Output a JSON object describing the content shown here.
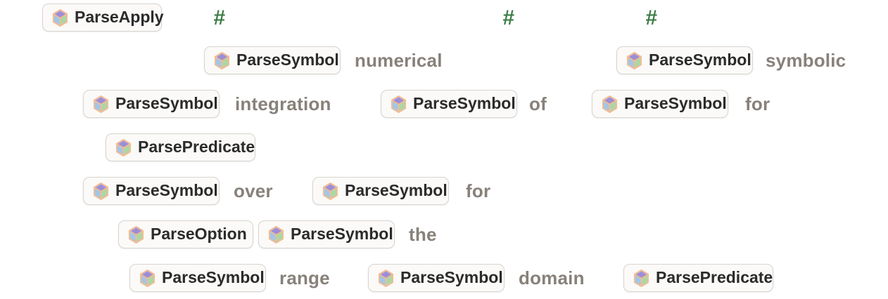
{
  "colors": {
    "bg": "#ffffff",
    "box_fill": "#fbfaf8",
    "box_border": "#d8d4d0",
    "box_text": "#2b2b2b",
    "string_text": "#87817a",
    "slot_green": "#3b7d44",
    "cube_edge": "#f3bc93",
    "cube_top": "#ab9ddd",
    "cube_left": "#a3c6e6",
    "cube_right": "#abd7a4"
  },
  "icon_names": [
    "paclet-cube-icon"
  ],
  "tokens": [
    {
      "kind": "box",
      "label": "ParseApply"
    },
    {
      "kind": "slot",
      "label": "#"
    },
    {
      "kind": "slot",
      "label": "#"
    },
    {
      "kind": "slot",
      "label": "#"
    },
    {
      "kind": "box",
      "label": "ParseSymbol"
    },
    {
      "kind": "string",
      "label": "numerical"
    },
    {
      "kind": "box",
      "label": "ParseSymbol"
    },
    {
      "kind": "string",
      "label": "symbolic"
    },
    {
      "kind": "box",
      "label": "ParseSymbol"
    },
    {
      "kind": "string",
      "label": "integration"
    },
    {
      "kind": "box",
      "label": "ParseSymbol"
    },
    {
      "kind": "string",
      "label": "of"
    },
    {
      "kind": "box",
      "label": "ParseSymbol"
    },
    {
      "kind": "string",
      "label": "for"
    },
    {
      "kind": "box",
      "label": "ParsePredicate"
    },
    {
      "kind": "box",
      "label": "ParseSymbol"
    },
    {
      "kind": "string",
      "label": "over"
    },
    {
      "kind": "box",
      "label": "ParseSymbol"
    },
    {
      "kind": "string",
      "label": "for"
    },
    {
      "kind": "box",
      "label": "ParseOption"
    },
    {
      "kind": "box",
      "label": "ParseSymbol"
    },
    {
      "kind": "string",
      "label": "the"
    },
    {
      "kind": "box",
      "label": "ParseSymbol"
    },
    {
      "kind": "string",
      "label": "range"
    },
    {
      "kind": "box",
      "label": "ParseSymbol"
    },
    {
      "kind": "string",
      "label": "domain"
    },
    {
      "kind": "box",
      "label": "ParsePredicate"
    }
  ]
}
